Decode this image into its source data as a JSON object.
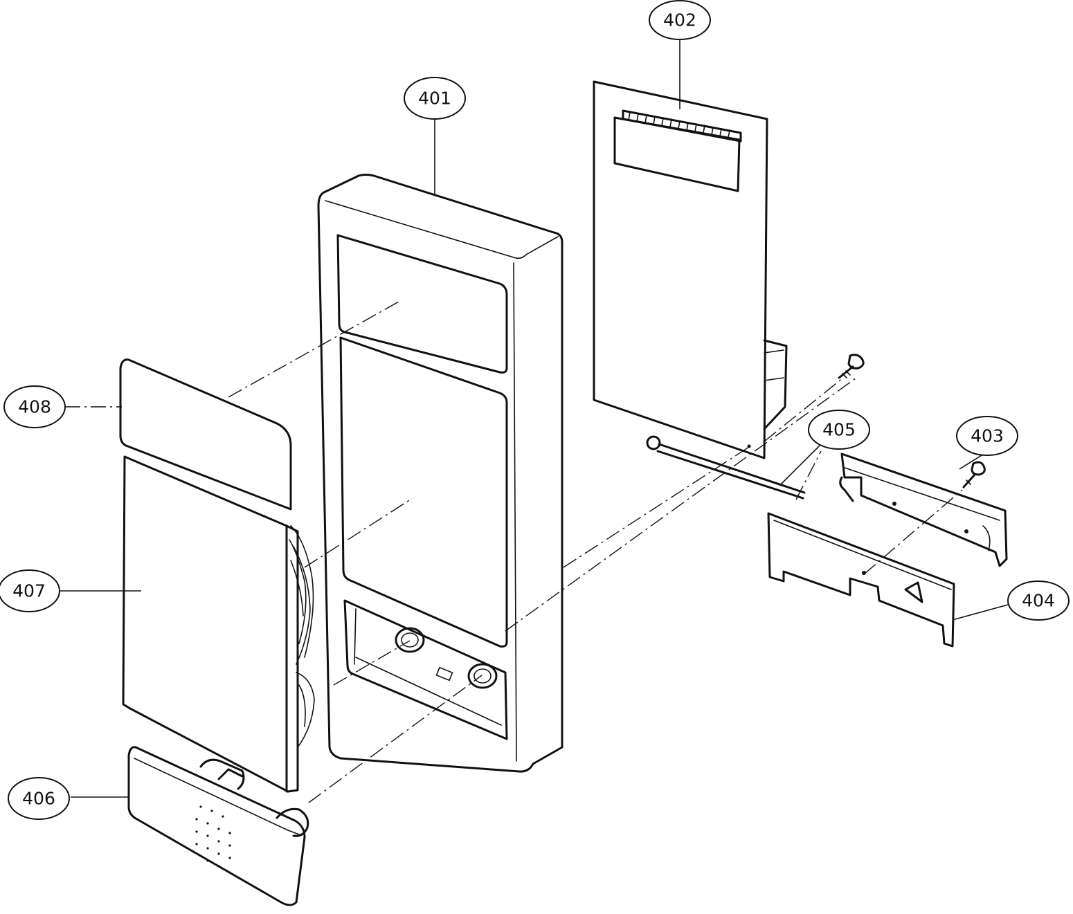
{
  "callouts": [
    {
      "id": "401",
      "label": "401"
    },
    {
      "id": "402",
      "label": "402"
    },
    {
      "id": "403",
      "label": "403"
    },
    {
      "id": "404",
      "label": "404"
    },
    {
      "id": "405",
      "label": "405"
    },
    {
      "id": "406",
      "label": "406"
    },
    {
      "id": "407",
      "label": "407"
    },
    {
      "id": "408",
      "label": "408"
    }
  ]
}
